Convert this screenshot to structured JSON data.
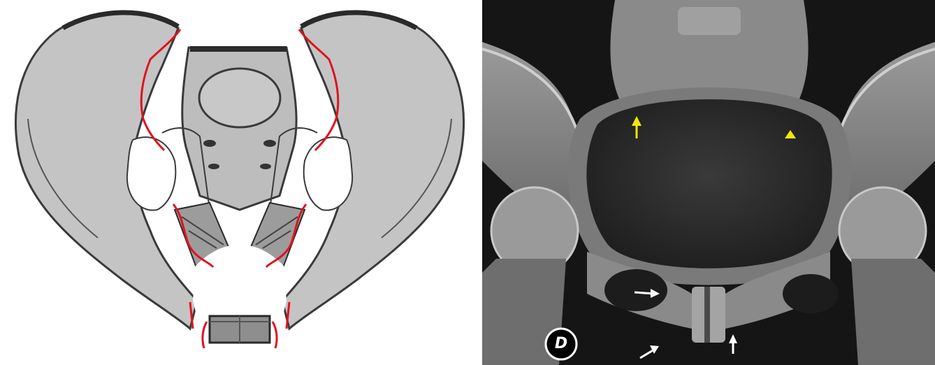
{
  "figure": {
    "left_panel": {
      "kind": "schematic-pelvis-drawing",
      "fill_color": "#c4c4c4",
      "outline_color": "#3a3a3a",
      "highlight_color": "#e0121d"
    },
    "right_panel": {
      "kind": "pelvis-radiograph",
      "panel_label": "D",
      "markers": [
        {
          "type": "arrow",
          "color": "#f2e60a",
          "direction": "up"
        },
        {
          "type": "arrowhead",
          "color": "#f2e60a",
          "direction": "up"
        },
        {
          "type": "arrow",
          "color": "#ffffff",
          "direction": "right"
        },
        {
          "type": "arrow",
          "color": "#ffffff",
          "direction": "up-right"
        },
        {
          "type": "arrow",
          "color": "#ffffff",
          "direction": "up"
        }
      ]
    }
  }
}
